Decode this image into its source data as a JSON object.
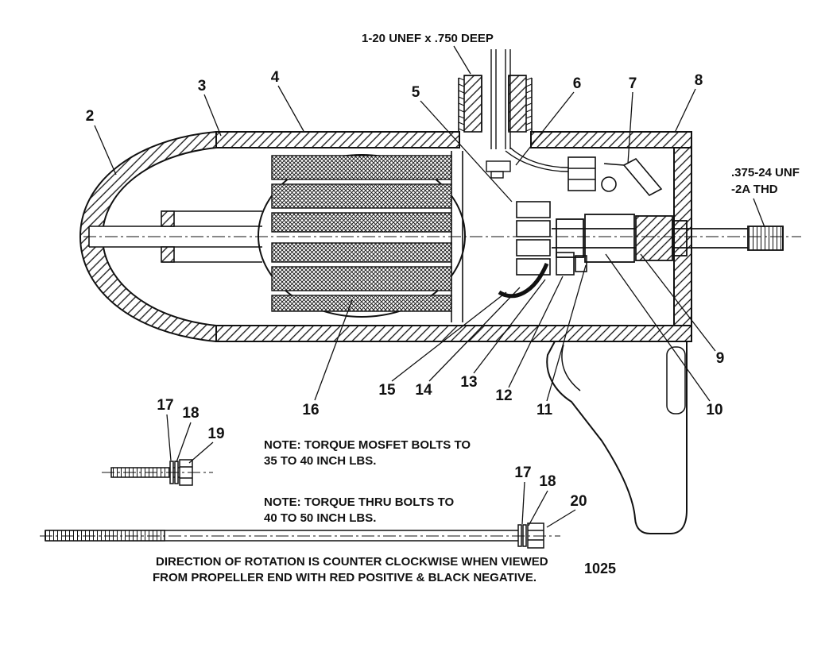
{
  "colors": {
    "ink": "#111111",
    "background": "#ffffff"
  },
  "labels": {
    "top_thread": "1-20 UNEF x .750 DEEP",
    "shaft_thread_line1": ".375-24 UNF",
    "shaft_thread_line2": "-2A THD",
    "part_number": "1025"
  },
  "notes": {
    "mosfet_torque_line1": "NOTE: TORQUE MOSFET BOLTS TO",
    "mosfet_torque_line2": "35 TO 40 INCH LBS.",
    "thru_torque_line1": "NOTE: TORQUE THRU BOLTS TO",
    "thru_torque_line2": "40 TO 50 INCH LBS.",
    "rotation_line1": "DIRECTION OF ROTATION IS COUNTER CLOCKWISE WHEN VIEWED",
    "rotation_line2": "FROM PROPELLER END WITH RED POSITIVE & BLACK NEGATIVE."
  },
  "callouts": {
    "n2": "2",
    "n3": "3",
    "n4": "4",
    "n5": "5",
    "n6": "6",
    "n7": "7",
    "n8": "8",
    "n9": "9",
    "n10": "10",
    "n11": "11",
    "n12": "12",
    "n13": "13",
    "n14": "14",
    "n15": "15",
    "n16": "16",
    "mosfet_n17": "17",
    "mosfet_n18": "18",
    "mosfet_n19": "19",
    "thru_n17": "17",
    "thru_n18": "18",
    "thru_n20": "20"
  }
}
